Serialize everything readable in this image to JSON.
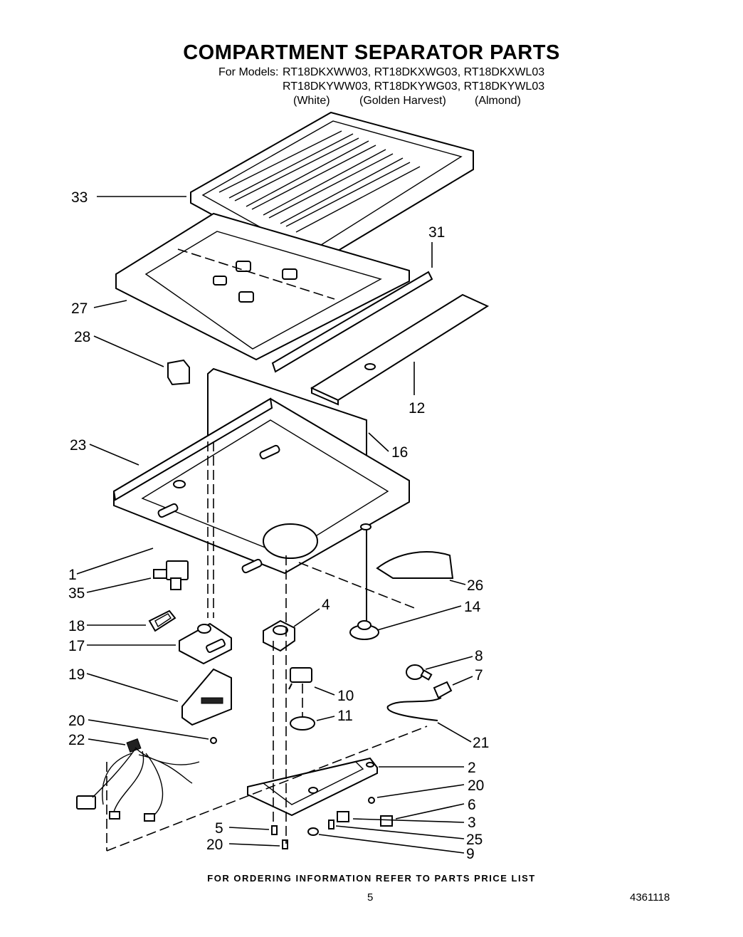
{
  "header": {
    "title": "COMPARTMENT SEPARATOR PARTS",
    "models_label": "For Models:",
    "models_row1": "RT18DKXWW03, RT18DKXWG03, RT18DKXWL03",
    "models_row2": "RT18DKYWW03, RT18DKYWG03, RT18DKYWL03",
    "colors": [
      "(White)",
      "(Golden Harvest)",
      "(Almond)"
    ]
  },
  "callouts": [
    "33",
    "31",
    "27",
    "28",
    "12",
    "16",
    "23",
    "1",
    "35",
    "26",
    "4",
    "14",
    "18",
    "17",
    "19",
    "8",
    "7",
    "10",
    "11",
    "21",
    "20",
    "22",
    "2",
    "20",
    "6",
    "3",
    "5",
    "25",
    "20",
    "9"
  ],
  "footer": {
    "ordering_note": "FOR ORDERING INFORMATION REFER TO PARTS PRICE LIST",
    "page_number": "5",
    "document_number": "4361118"
  }
}
